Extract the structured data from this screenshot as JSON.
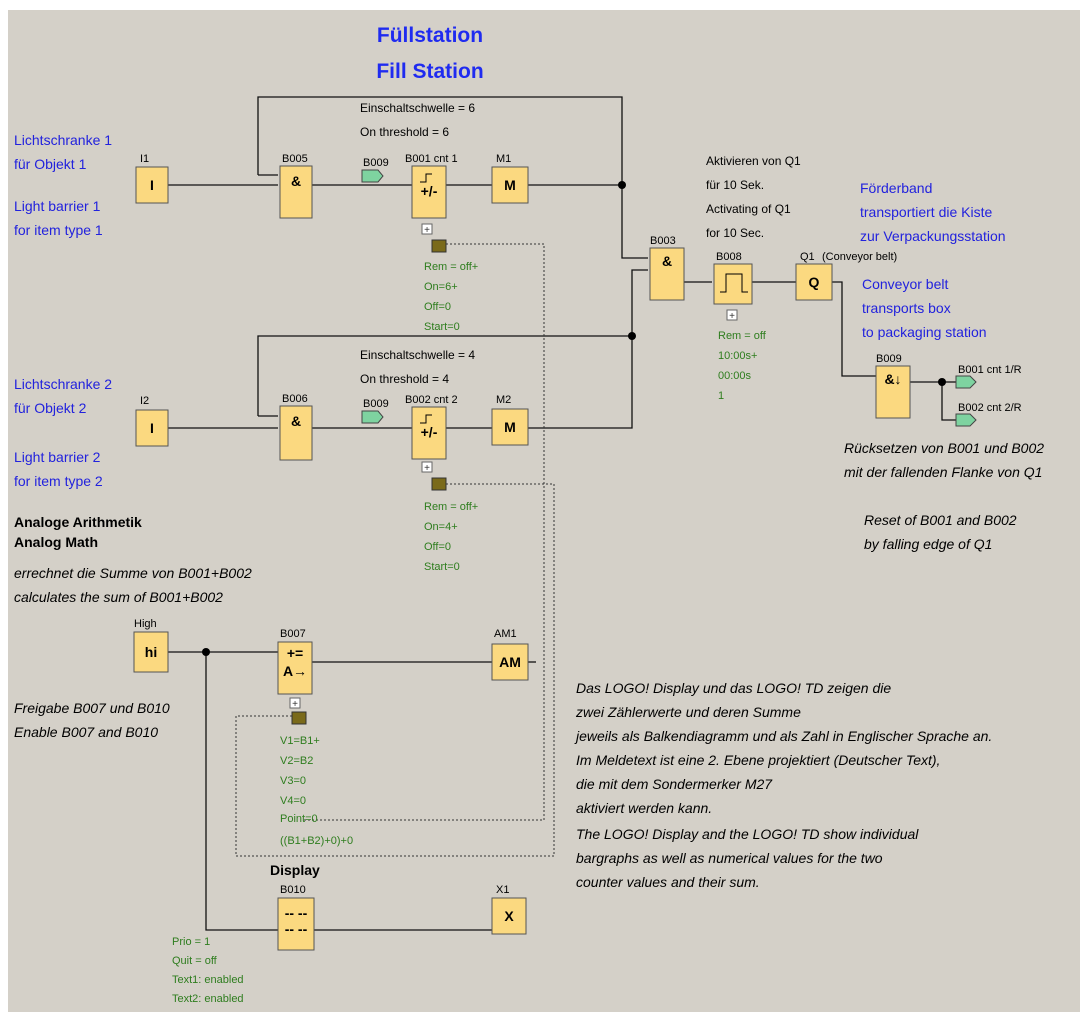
{
  "title": {
    "de": "Füllstation",
    "en": "Fill Station"
  },
  "left_labels": {
    "l1_de_1": "Lichtschranke 1",
    "l1_de_2": "für Objekt 1",
    "l1_en_1": "Light barrier 1",
    "l1_en_2": "for item type 1",
    "l2_de_1": "Lichtschranke 2",
    "l2_de_2": "für Objekt 2",
    "l2_en_1": "Light barrier 2",
    "l2_en_2": "for item type 2"
  },
  "thresholds": {
    "t1_de": "Einschaltschwelle = 6",
    "t1_en": "On threshold = 6",
    "t2_de": "Einschaltschwelle = 4",
    "t2_en": "On threshold = 4"
  },
  "blocks": {
    "i1": "I1",
    "i1_sym": "I",
    "i2": "I2",
    "i2_sym": "I",
    "b005": "B005",
    "b006": "B006",
    "and_sym": "&",
    "b009_tag": "B009",
    "b001": "B001 cnt 1",
    "b002": "B002 cnt 2",
    "counter_sym": "+/-",
    "m1": "M1",
    "m2": "M2",
    "m_sym": "M",
    "b003": "B003",
    "b008": "B008",
    "q1": "Q1",
    "q1_note": "(Conveyor belt)",
    "q_sym": "Q",
    "b009": "B009",
    "b009_sym": "&↓",
    "reset1": "B001 cnt 1/R",
    "reset2": "B002 cnt 2/R",
    "high": "High",
    "hi_sym": "hi",
    "b007": "B007",
    "b007_sym1": "+=",
    "b007_sym2": "A→",
    "am1": "AM1",
    "am_sym": "AM",
    "display_title": "Display",
    "b010": "B010",
    "b010_sym": "-- --",
    "x1": "X1",
    "x_sym": "X",
    "plus": "+"
  },
  "params": {
    "c1": [
      "Rem = off+",
      "On=6+",
      "Off=0",
      "Start=0"
    ],
    "c2": [
      "Rem = off+",
      "On=4+",
      "Off=0",
      "Start=0"
    ],
    "timer": [
      "Rem = off",
      "10:00s+",
      "00:00s",
      "1"
    ],
    "math": [
      "V1=B1+",
      "V2=B2",
      "V3=0",
      "V4=0",
      "Point=0",
      "((B1+B2)+0)+0"
    ],
    "msg": [
      "Prio = 1",
      "Quit = off",
      "Text1: enabled",
      "Text2: enabled"
    ]
  },
  "timer_notes": [
    "Aktivieren von Q1",
    "für 10 Sek.",
    "Activating of Q1",
    "for 10 Sec."
  ],
  "conveyor_de": [
    "Förderband",
    "transportiert die Kiste",
    "zur Verpackungsstation"
  ],
  "conveyor_en": [
    "Conveyor belt",
    "transports box",
    "to packaging station"
  ],
  "reset_notes": [
    "Rücksetzen von B001 und B002",
    "mit der fallenden Flanke von Q1",
    "Reset of B001 and B002",
    "by falling edge of Q1"
  ],
  "analog": {
    "title_de": "Analoge Arithmetik",
    "title_en": "Analog Math",
    "desc_de": "errechnet die Summe von B001+B002",
    "desc_en": "calculates the sum of B001+B002"
  },
  "enable": {
    "de": "Freigabe B007 und B010",
    "en": "Enable B007 and B010"
  },
  "display_notes": [
    "Das LOGO! Display und das LOGO! TD zeigen die",
    "zwei Zählerwerte und deren Summe",
    "jeweils als Balkendiagramm und als Zahl in Englischer Sprache an.",
    "Im Meldetext ist eine 2. Ebene projektiert (Deutscher Text),",
    "die mit dem Sondermerker M27",
    "aktiviert werden kann.",
    "The LOGO! Display and the LOGO! TD show individual",
    "bargraphs as well as numerical values for the two",
    "counter values and their sum."
  ],
  "colors": {
    "panel": "#d4d0c8",
    "block": "#fbd980",
    "blue_text": "#2222dd",
    "param_text": "#2e7d1e",
    "tag": "#7ed3a0",
    "memo": "#7a6a1a"
  }
}
